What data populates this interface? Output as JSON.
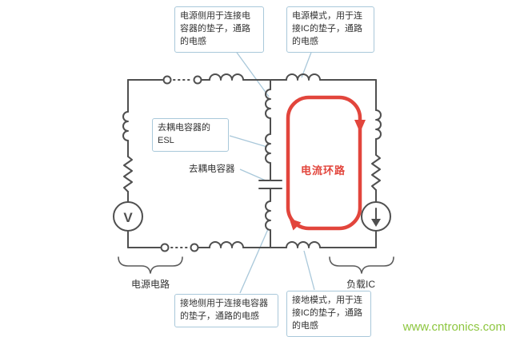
{
  "diagram": {
    "callouts": {
      "power_side_pad": "电源侧用于连接电\n容器的垫子，通路\n的电感",
      "power_pattern_ic": "电源模式，用于连\n接IC的垫子，通路\n的电感",
      "decoupling_esl": "去耦电容器的\nESL",
      "decoupling_capacitor": "去耦电容器",
      "ground_side_pad": "接地侧用于连接电容器\n的垫子，通路的电感",
      "ground_pattern_ic": "接地模式，用于连\n接IC的垫子，通路\n的电感"
    },
    "labels": {
      "current_loop": "电流环路",
      "power_circuit": "电源电路",
      "load_ic": "负载IC",
      "voltage_source": "V"
    },
    "colors": {
      "circuit_stroke": "#4f4f4f",
      "callout_border": "#a9c8da",
      "current_loop_red": "#e2453c",
      "watermark_green": "#8dc63f"
    }
  },
  "watermark": "www.cntronics.com"
}
